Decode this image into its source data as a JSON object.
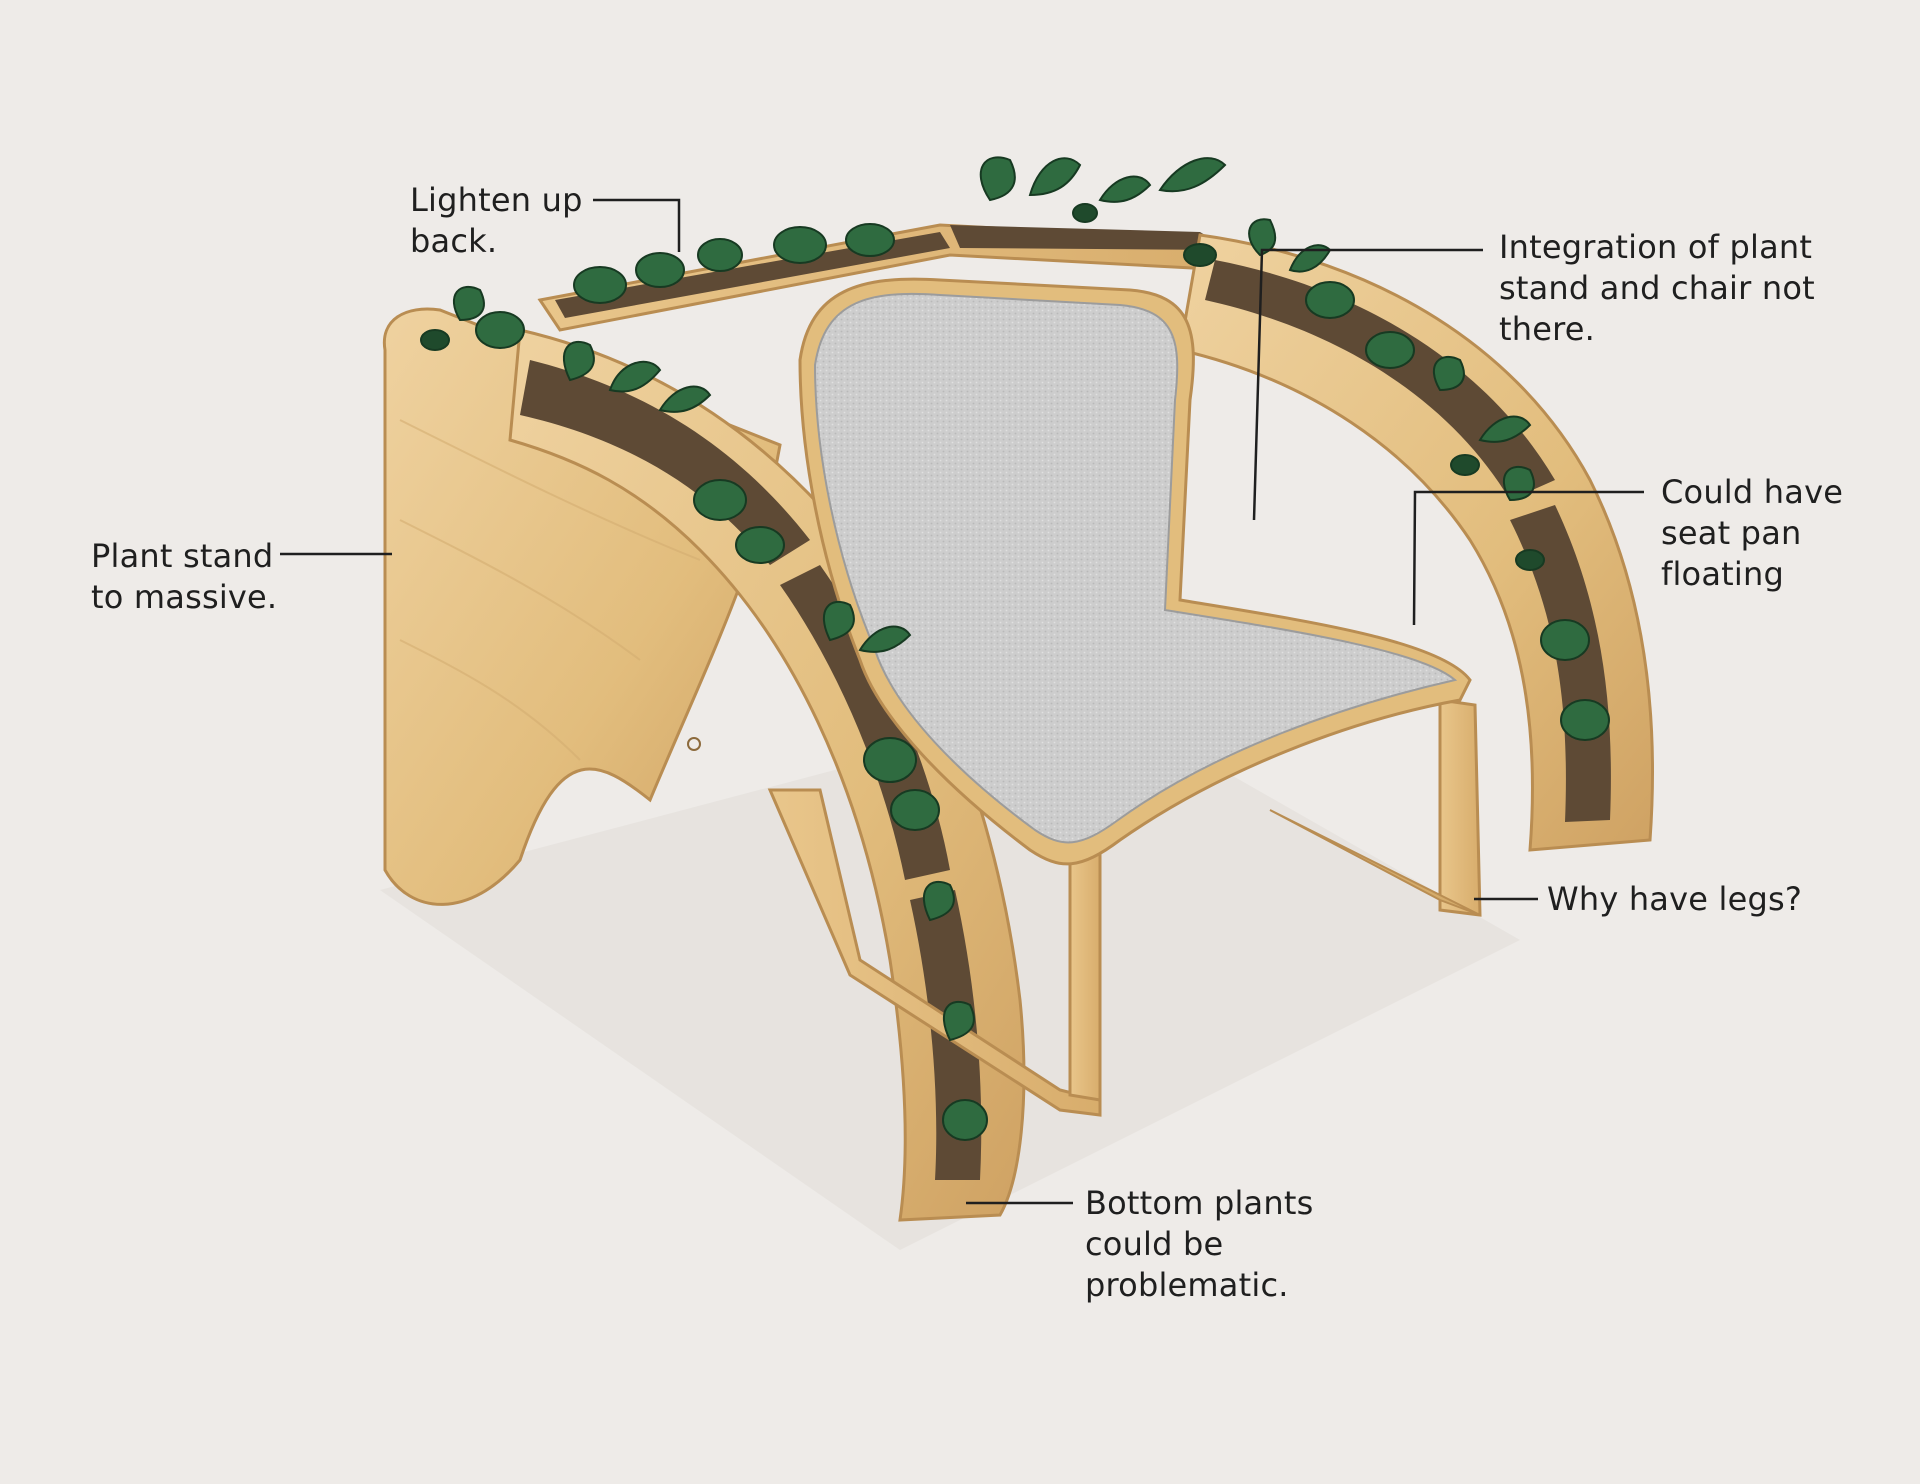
{
  "image": {
    "background": "#eeebe8",
    "subject": "plant-stand-armchair-sketch"
  },
  "colors": {
    "wood": "#e2bd7d",
    "wood_light": "#efd2a0",
    "wood_dark": "#c79a5a",
    "soil": "#5e4a35",
    "foliage": "#2f6b40",
    "foliage_dark": "#1f4a2c",
    "cushion": "#cfcfcf",
    "leader_line": "#1f1f1f"
  },
  "annotations": [
    {
      "id": "lighten",
      "text": "Lighten up\nback."
    },
    {
      "id": "integration",
      "text": "Integration of plant\nstand and chair not\nthere."
    },
    {
      "id": "plant_stand",
      "text": "Plant stand\nto massive."
    },
    {
      "id": "seat_pan",
      "text": "Could have\nseat pan\nfloating"
    },
    {
      "id": "legs",
      "text": "Why have legs?"
    },
    {
      "id": "bottom_plants",
      "text": "Bottom plants\ncould be\nproblematic."
    }
  ]
}
